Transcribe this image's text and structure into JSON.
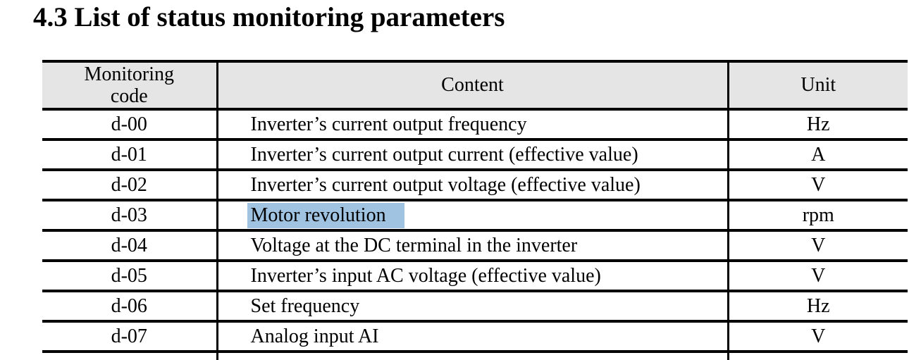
{
  "title": "4.3 List of status monitoring parameters",
  "colors": {
    "text": "#000000",
    "border": "#000000",
    "header_bg": "#e5e5e5",
    "selection": "#9fc3e1"
  },
  "table": {
    "headers": {
      "code": "Monitoring\ncode",
      "content": "Content",
      "unit": "Unit"
    },
    "rows": [
      {
        "code": "d-00",
        "content": "Inverter’s current output frequency",
        "unit": "Hz"
      },
      {
        "code": "d-01",
        "content": "Inverter’s current output current (effective value)",
        "unit": "A"
      },
      {
        "code": "d-02",
        "content": "Inverter’s current output voltage (effective value)",
        "unit": "V"
      },
      {
        "code": "d-03",
        "content": "Motor revolution",
        "unit": "rpm",
        "selected": true
      },
      {
        "code": "d-04",
        "content": "Voltage at the DC terminal in the inverter",
        "unit": "V"
      },
      {
        "code": "d-05",
        "content": "Inverter’s input AC voltage (effective value)",
        "unit": "V"
      },
      {
        "code": "d-06",
        "content": "Set frequency",
        "unit": "Hz"
      },
      {
        "code": "d-07",
        "content": "Analog input AI",
        "unit": "V"
      }
    ]
  }
}
